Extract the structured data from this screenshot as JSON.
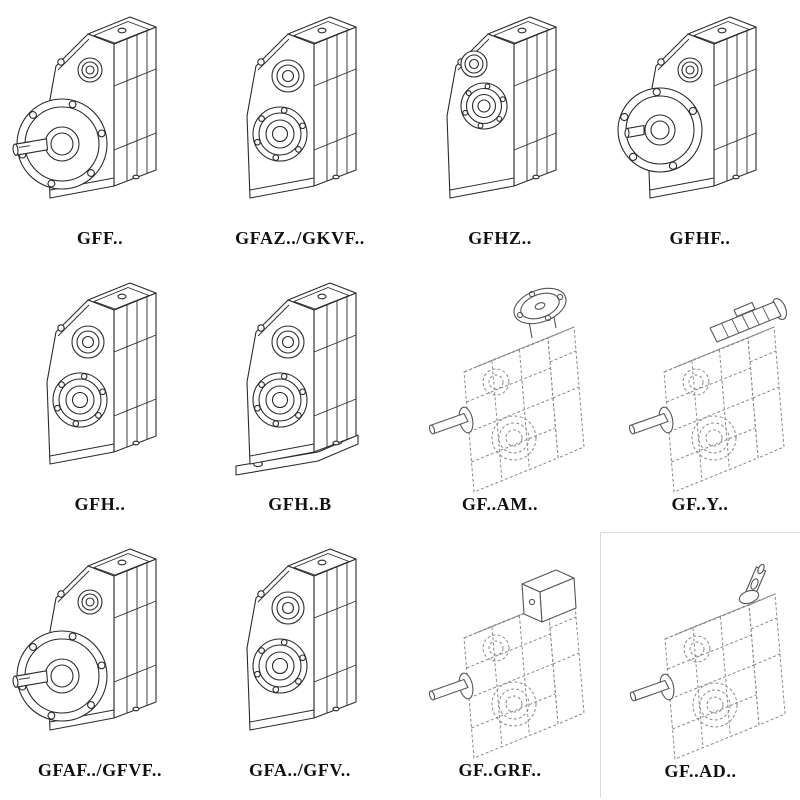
{
  "page": {
    "background": "#ffffff",
    "ink_color": "#2b2b2b",
    "phantom_color": "#8a8a8a",
    "description_labels": []
  },
  "cells": [
    {
      "label": "GFF..",
      "variant": "flange_shaft"
    },
    {
      "label": "GFAZ../GKVF..",
      "variant": "hollow_bores"
    },
    {
      "label": "GFHZ..",
      "variant": "hollow_bores_high"
    },
    {
      "label": "GFHF..",
      "variant": "flange_stub"
    },
    {
      "label": "GFH..",
      "variant": "hollow_bores"
    },
    {
      "label": "GFH..B",
      "variant": "hollow_bores_foot"
    },
    {
      "label": "GF..AM..",
      "variant": "phantom_flange_adapter"
    },
    {
      "label": "GF..Y..",
      "variant": "phantom_motor"
    },
    {
      "label": "GFAF../GFVF..",
      "variant": "flange_shaft"
    },
    {
      "label": "GFA../GFV..",
      "variant": "hollow_bores"
    },
    {
      "label": "GF..GRF..",
      "variant": "phantom_input_box"
    },
    {
      "label": "GF..AD..",
      "variant": "phantom_input_shaft"
    }
  ]
}
